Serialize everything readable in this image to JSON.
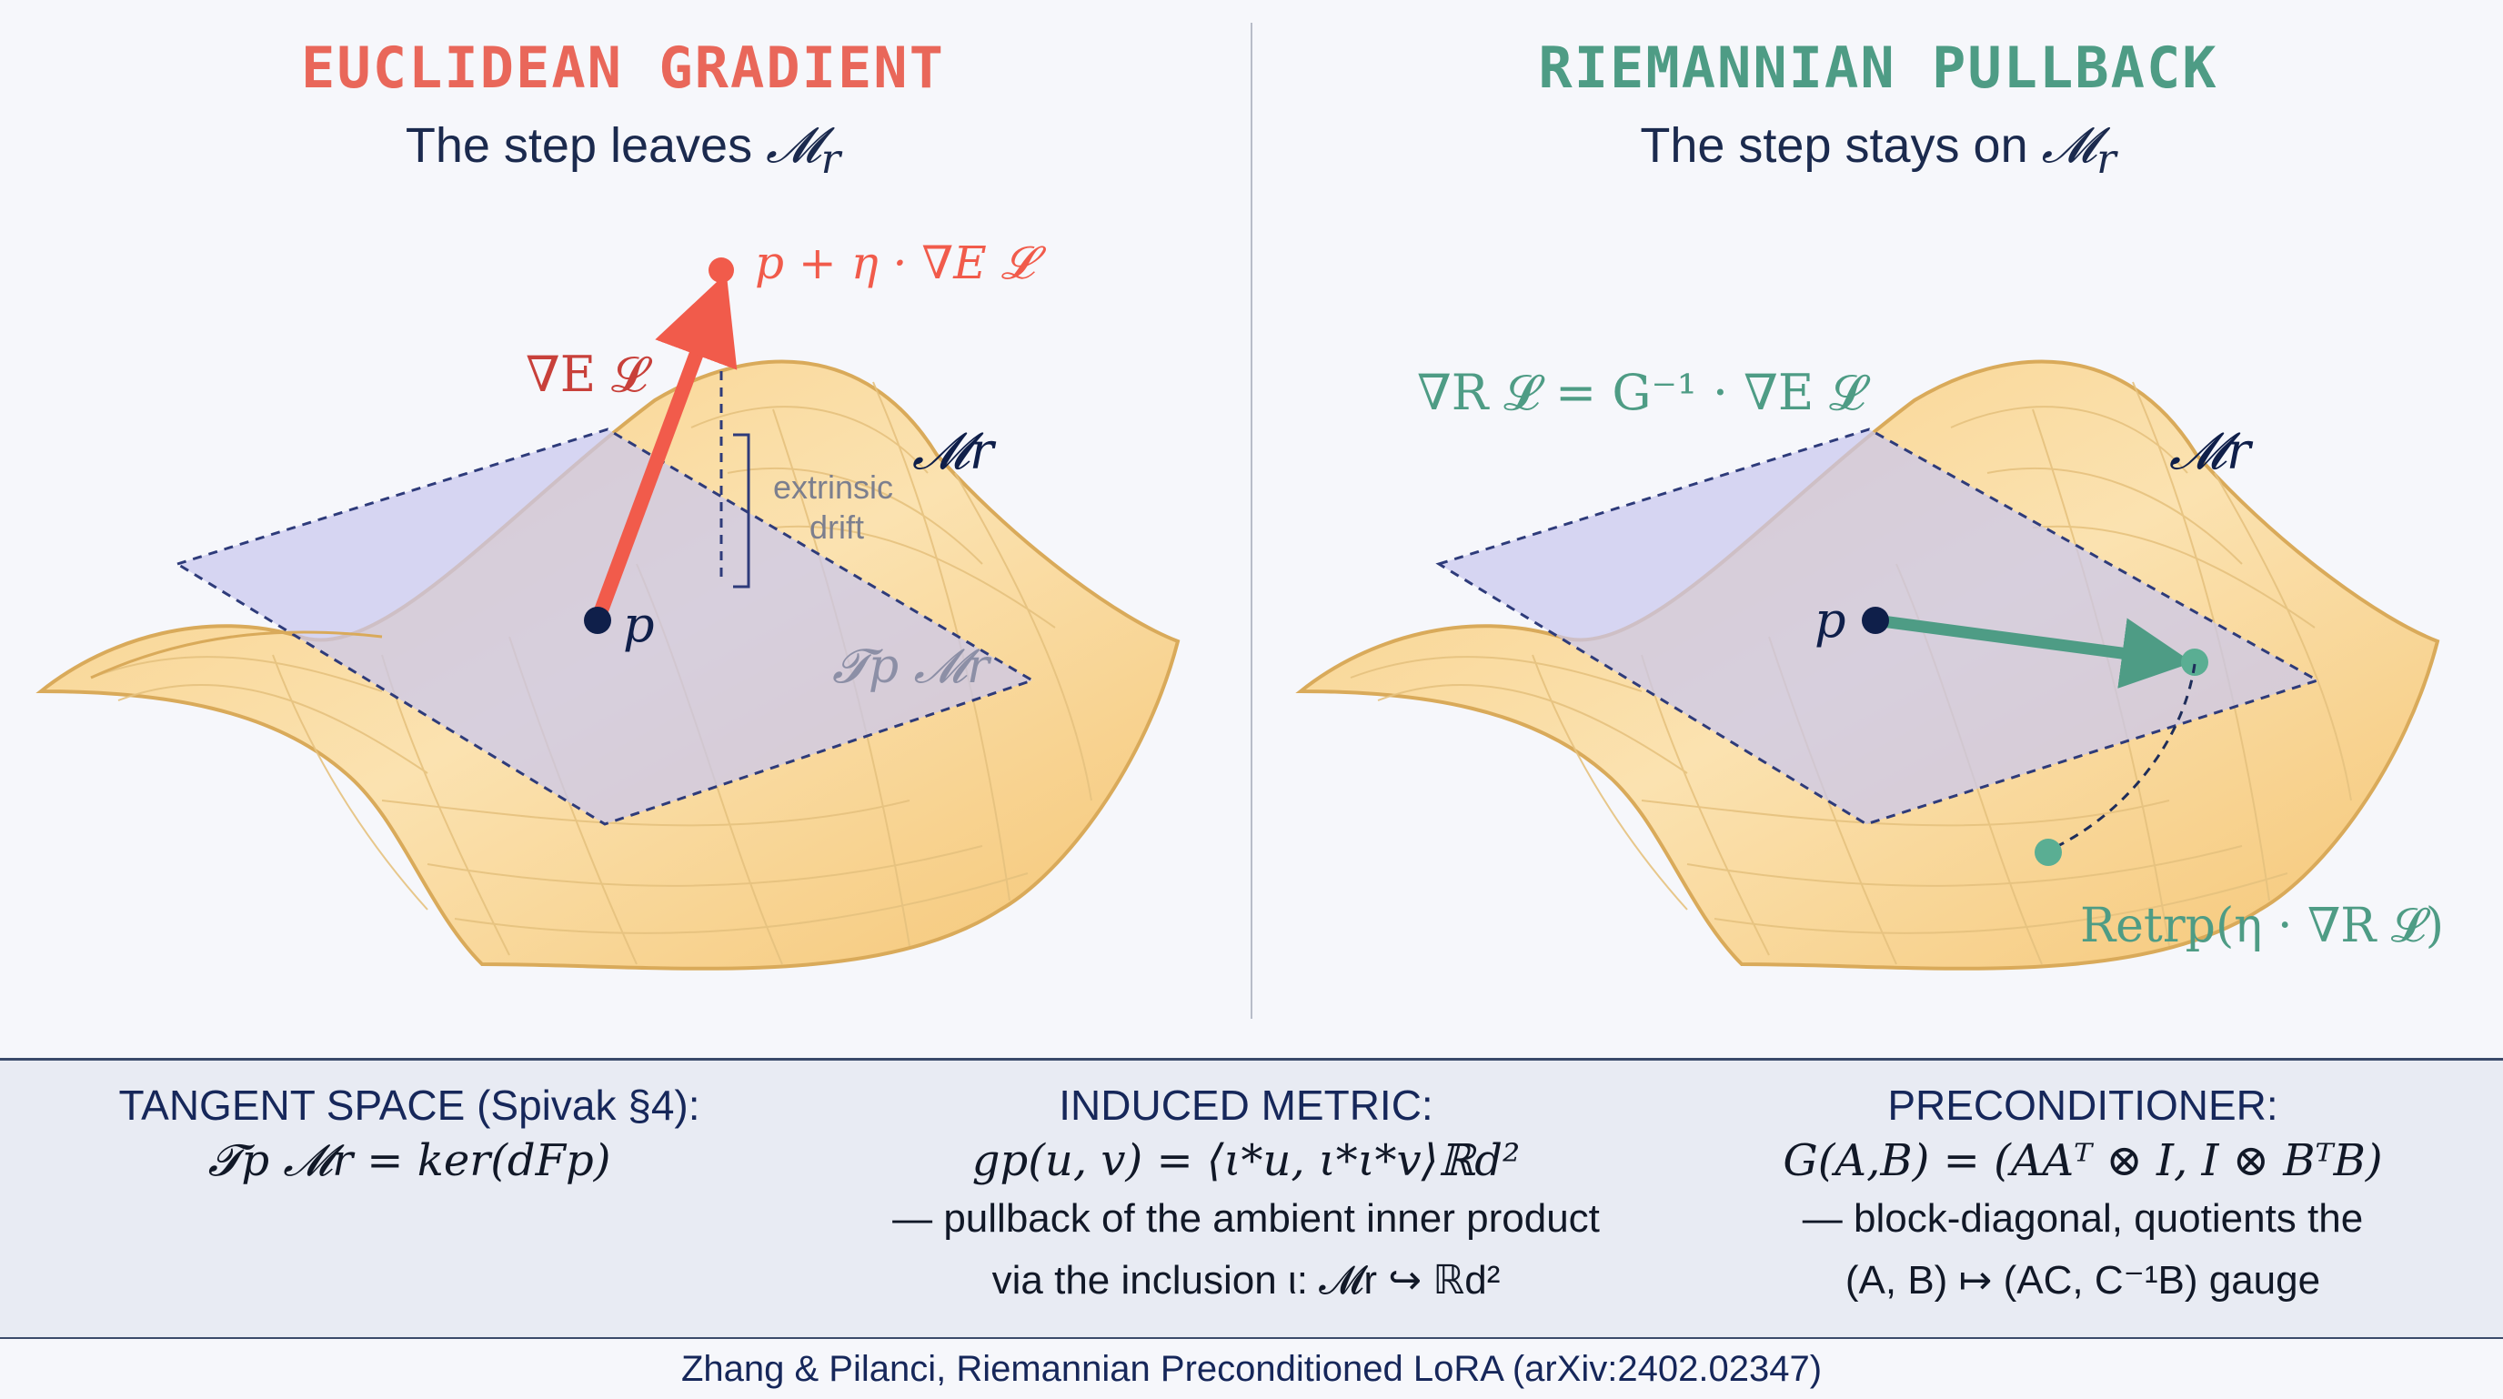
{
  "left_panel": {
    "title": "EUCLIDEAN GRADIENT",
    "subtitle_text": "The step leaves ",
    "subtitle_math": "𝓜",
    "subtitle_sub": "r",
    "labels": {
      "grad": "∇E 𝓛",
      "step": "p + η · ∇E 𝓛",
      "drift_line1": "extrinsic",
      "drift_line2": "drift",
      "manifold": "𝓜r",
      "point": "p",
      "tangent": "𝓣p 𝓜r"
    }
  },
  "right_panel": {
    "title": "RIEMANNIAN PULLBACK",
    "subtitle_text": "The step stays on ",
    "subtitle_math": "𝓜",
    "subtitle_sub": "r",
    "labels": {
      "grad": "∇R 𝓛 = G⁻¹ · ∇E 𝓛",
      "manifold": "𝓜r",
      "point": "p",
      "retraction": "Retrp(η · ∇R 𝓛)"
    }
  },
  "bottom": {
    "tangent": {
      "heading": "TANGENT SPACE (Spivak §4):",
      "equation": "𝓣p 𝓜r = ker(dFp)"
    },
    "metric": {
      "heading": "INDUCED METRIC:",
      "equation": "gp(u, v) = ⟨ι*u, ι*ι*v⟩ℝd²",
      "desc1": "— pullback of the ambient inner product",
      "desc2": "via the inclusion ι: 𝓜r ↪ ℝd²"
    },
    "preconditioner": {
      "heading": "PRECONDITIONER:",
      "equation": "G(A,B) = (AAᵀ ⊗ I, I ⊗ BᵀB)",
      "desc1": "— block-diagonal, quotients the",
      "desc2": "(A, B) ↦ (AC, C⁻¹B) gauge"
    }
  },
  "footer": "Zhang & Pilanci, Riemannian Preconditioned LoRA (arXiv:2402.02347)",
  "colors": {
    "euclidean": "#f15b4b",
    "riemannian": "#4e9c85",
    "manifold_fill": "#f8d99a",
    "manifold_stroke": "#d9aa5a",
    "tangent_fill": "#c9c8ef",
    "ink": "#16275a"
  }
}
